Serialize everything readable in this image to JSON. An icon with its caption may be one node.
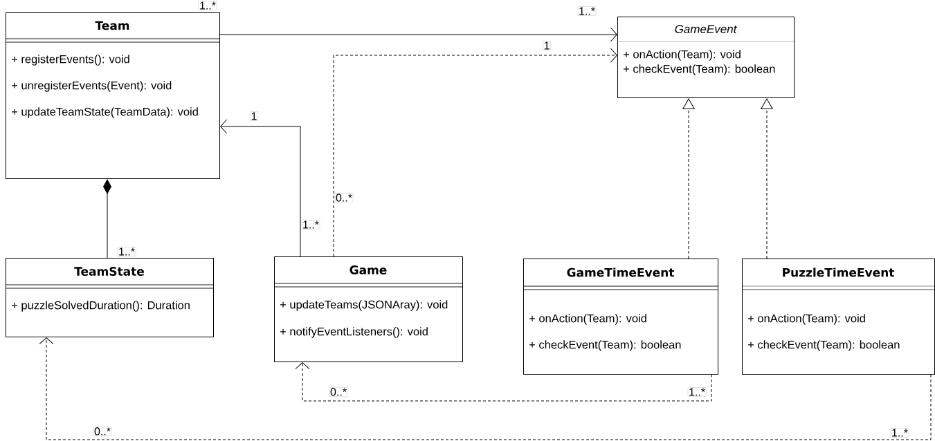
{
  "diagram": {
    "nodes": [
      {
        "text": [
          "Team",
          "+ registerEvents(): void",
          "+ unregisterEvents(Event): void",
          "+ updateTeamState(TeamData): void"
        ]
      },
      {
        "text": [
          "GameEvent",
          "+ onAction(Team): void",
          "+ checkEvent(Team): boolean"
        ]
      },
      {
        "text": [
          "TeamState",
          "+ puzzleSolvedDuration(): Duration"
        ]
      },
      {
        "text": [
          "Game",
          "+ updateTeams(JSONAray): void",
          "+ notifyEventListeners(): void"
        ]
      },
      {
        "text": [
          "GameTimeEvent",
          "+ onAction(Team): void",
          "+ checkEvent(Team): boolean"
        ]
      },
      {
        "text": [
          "PuzzleTimeEvent",
          "+ onAction(Team): void",
          "+ checkEvent(Team): boolean"
        ]
      }
    ],
    "edges": [
      {
        "from": 0,
        "to": 1,
        "arrow": "to",
        "label": "1..*"
      },
      {
        "from": 3,
        "to": 1,
        "arrow": "to",
        "label": "1",
        "style": "dashed"
      },
      {
        "from": 3,
        "to": 0,
        "arrow": "to",
        "label": "1"
      },
      {
        "from": 2,
        "to": 0,
        "arrow": "other"
      },
      {
        "from": 4,
        "to": 1,
        "arrow": "to",
        "style": "dashed"
      },
      {
        "from": 5,
        "to": 1,
        "arrow": "to",
        "style": "dashed"
      },
      {
        "from": 4,
        "to": 3,
        "arrow": "to",
        "label": "0..*",
        "style": "dashed"
      },
      {
        "from": 5,
        "to": 2,
        "arrow": "to",
        "label": "0..*",
        "style": "dashed"
      }
    ],
    "labels": [
      "1..*",
      "0..*",
      "1..*",
      "1..*",
      "1..*",
      "1..*"
    ]
  }
}
